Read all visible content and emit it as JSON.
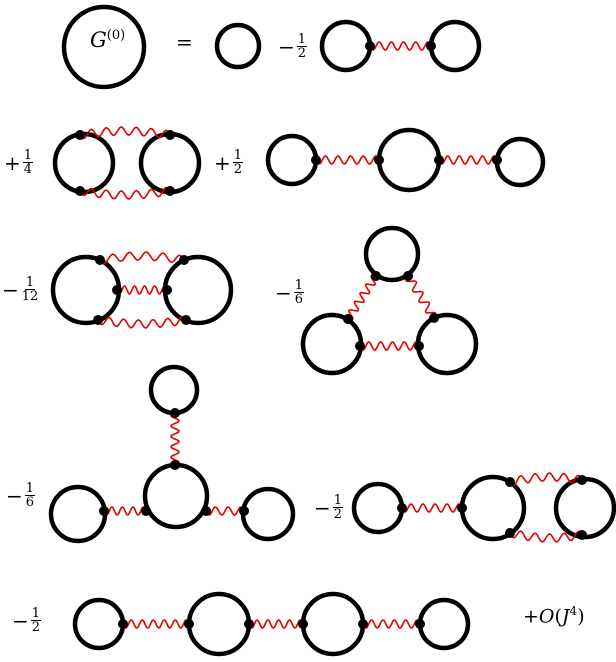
{
  "lhs": {
    "symbol": "G",
    "superscript": "(0)"
  },
  "equals": "=",
  "coefficients": [
    {
      "sign": "−",
      "num": "1",
      "den": "2"
    },
    {
      "sign": "+",
      "num": "1",
      "den": "4"
    },
    {
      "sign": "+",
      "num": "1",
      "den": "2"
    },
    {
      "sign": "−",
      "num": "1",
      "den": "12"
    },
    {
      "sign": "−",
      "num": "1",
      "den": "6"
    },
    {
      "sign": "−",
      "num": "1",
      "den": "6"
    },
    {
      "sign": "−",
      "num": "1",
      "den": "2"
    },
    {
      "sign": "−",
      "num": "1",
      "den": "2"
    }
  ],
  "remainder": {
    "prefix": "+",
    "symbol": "O",
    "arg": "J",
    "power": "4"
  },
  "colors": {
    "loop": "#000000",
    "propagator": "#e00000",
    "vertex": "#000000"
  }
}
